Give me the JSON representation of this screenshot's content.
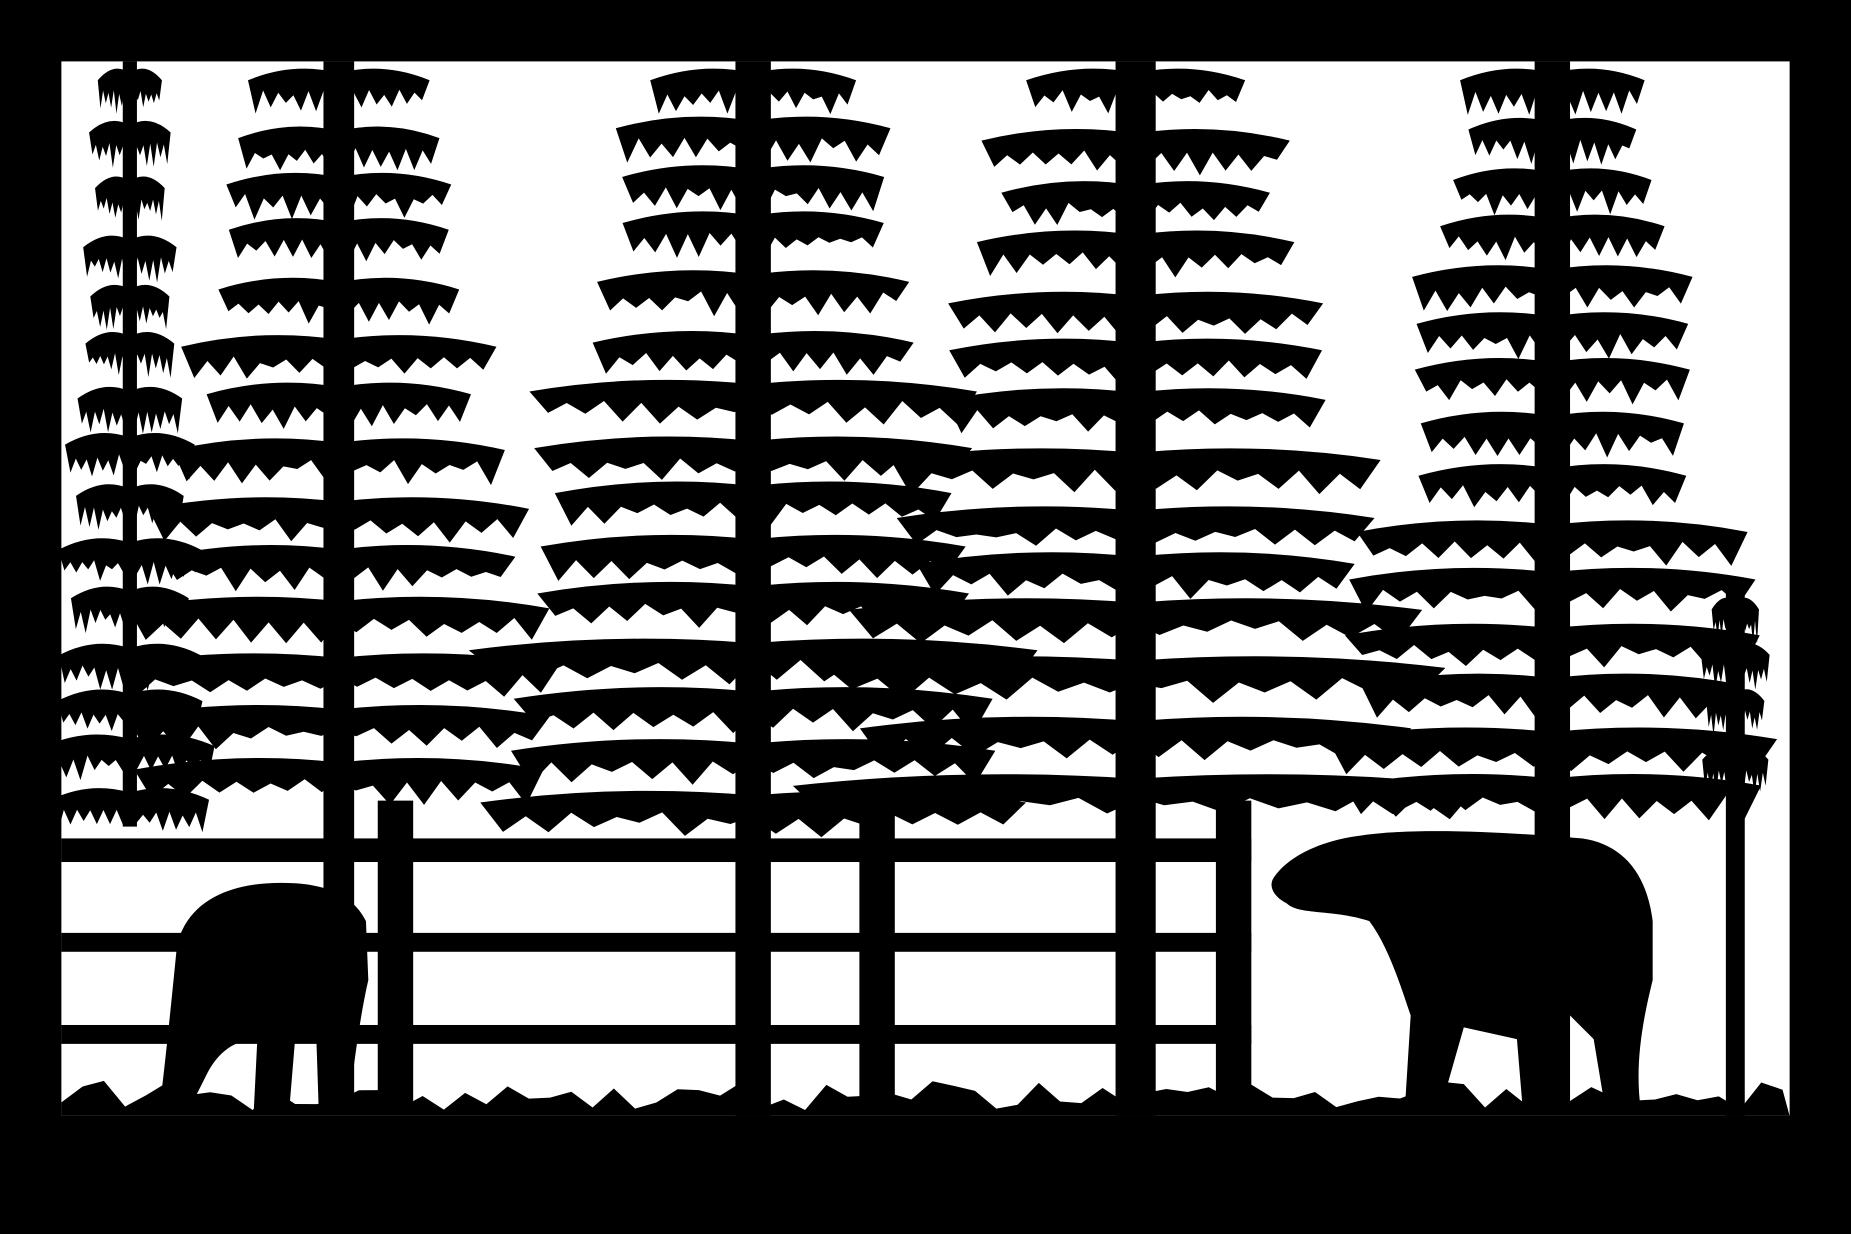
{
  "artwork": {
    "subject": "forest-with-fence-and-two-bears",
    "colors": {
      "silhouette": "#000000",
      "background": "#ffffff"
    },
    "trees": [
      {
        "side": "left"
      },
      {
        "side": "left-center"
      },
      {
        "side": "center"
      },
      {
        "side": "right-center"
      },
      {
        "side": "right"
      },
      {
        "side": "far-right-small"
      }
    ],
    "fence_posts": 3,
    "fence_rails": 3,
    "bears": 2
  }
}
